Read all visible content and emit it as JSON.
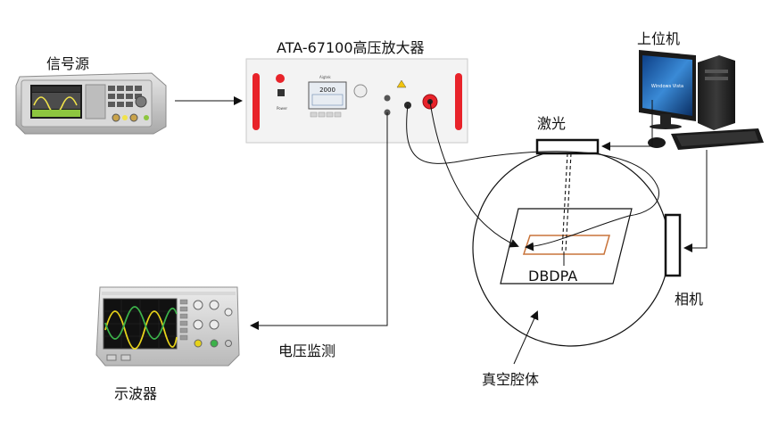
{
  "labels": {
    "signal_source": "信号源",
    "amplifier": "ATA-67100高压放大器",
    "computer": "上位机",
    "laser": "激光",
    "sample": "DBDPA",
    "camera": "相机",
    "voltage_monitor": "电压监测",
    "oscilloscope": "示波器",
    "vacuum_chamber": "真空腔体"
  },
  "screens": {
    "amplifier_reading": "2000",
    "amplifier_brand": "Aigtek",
    "amplifier_power": "Power",
    "monitor_os": "Windows Vista"
  },
  "colors": {
    "handle_red": "#e8232a",
    "sample_outline": "#c8733a",
    "osc_trace_yellow": "#e6d21a",
    "osc_trace_green": "#3cb24a",
    "siggen_green": "#8dc63f",
    "siggen_yellow": "#f1e34a",
    "vista_blue": "#2a6bb8"
  }
}
